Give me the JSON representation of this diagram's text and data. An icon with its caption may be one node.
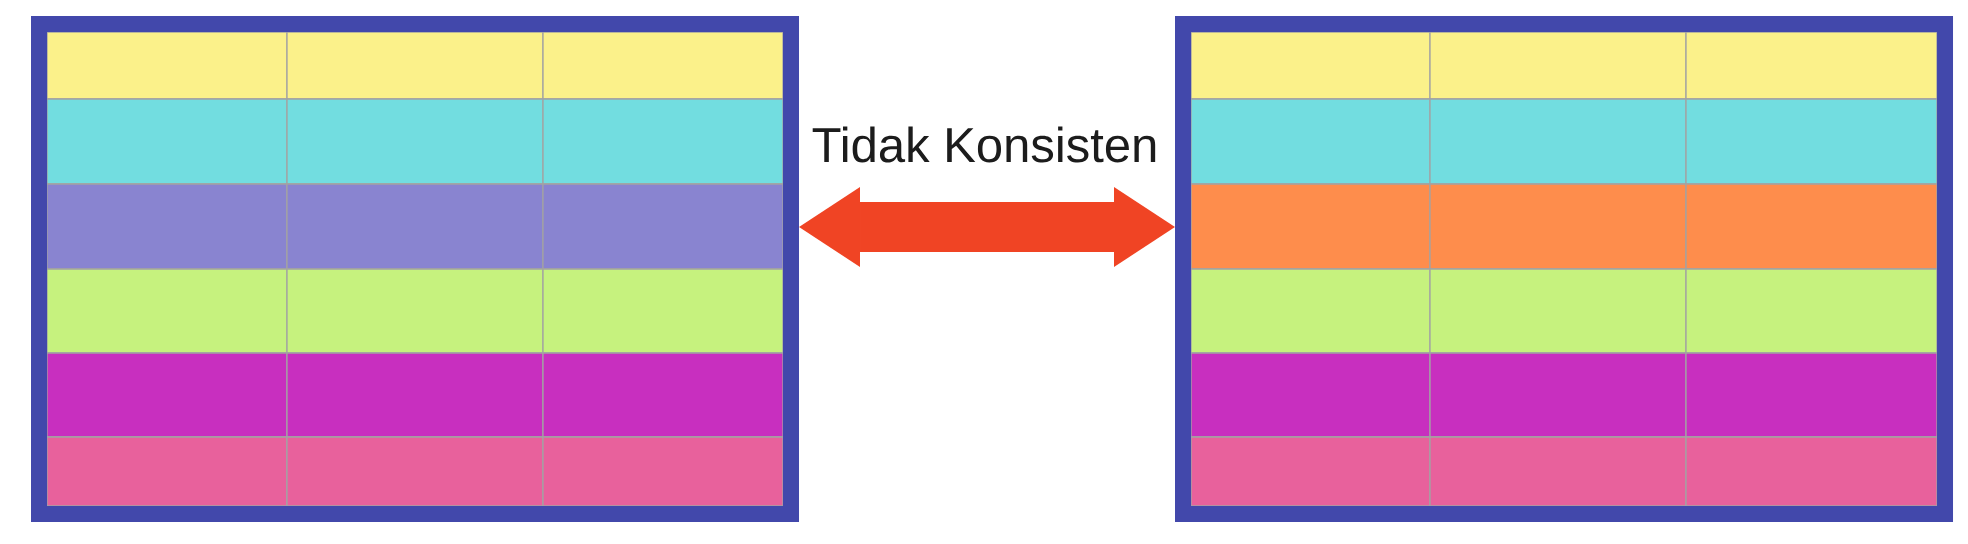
{
  "diagram": {
    "nodes": [
      {
        "text": [],
        "shape": "box"
      },
      {
        "text": [],
        "shape": "box"
      }
    ],
    "edges": [
      {
        "from": 0,
        "to": 1,
        "arrow": "both",
        "label": "Tidak Konsisten"
      }
    ]
  }
}
